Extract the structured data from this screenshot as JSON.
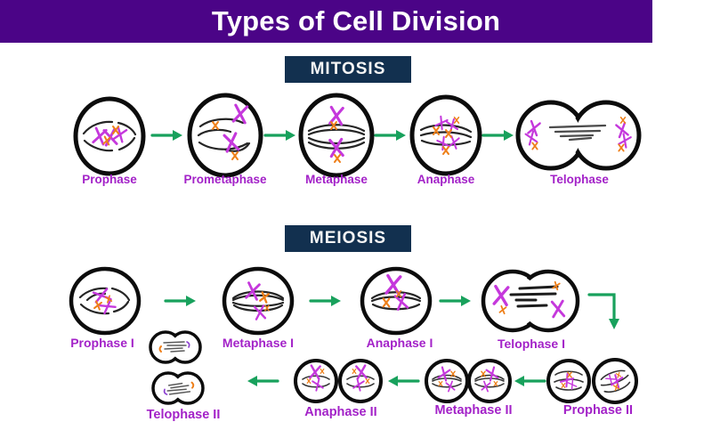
{
  "title": "Types of Cell Division",
  "mitosis": {
    "section_label": "MITOSIS",
    "stages": [
      "Prophase",
      "Prometaphase",
      "Metaphase",
      "Anaphase",
      "Telophase"
    ]
  },
  "meiosis": {
    "section_label": "MEIOSIS",
    "stages_i": [
      "Prophase I",
      "Metaphase I",
      "Anaphase I",
      "Telophase I"
    ],
    "stages_ii": [
      "Prophase II",
      "Metaphase II",
      "Anaphase II",
      "Telophase II"
    ]
  },
  "colors": {
    "header_bg": "#4B0487",
    "section_bg": "#12304F",
    "phase_label": "#A322C8",
    "arrow_green": "#18A15C",
    "chromosome_magenta": "#C538DC",
    "chromosome_orange": "#EE7F19",
    "cell_outline": "#0c0c0c"
  },
  "icons": {
    "arrow_right": "right-arrow",
    "arrow_left": "left-arrow",
    "arrow_corner_down": "corner-down-arrow"
  }
}
